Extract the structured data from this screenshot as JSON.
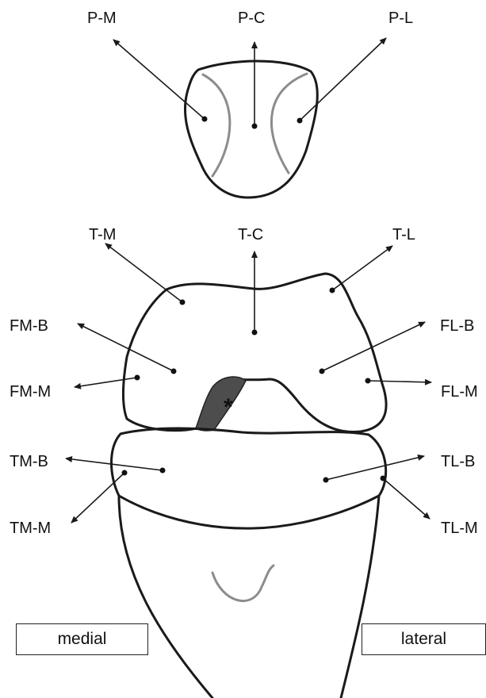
{
  "labels": {
    "p_m": "P-M",
    "p_c": "P-C",
    "p_l": "P-L",
    "t_m": "T-M",
    "t_c": "T-C",
    "t_l": "T-L",
    "fm_b": "FM-B",
    "fl_b": "FL-B",
    "fm_m": "FM-M",
    "fl_m": "FL-M",
    "tm_b": "TM-B",
    "tl_b": "TL-B",
    "tm_m": "TM-M",
    "tl_m": "TL-M",
    "asterisk": "*"
  },
  "boxes": {
    "medial": "medial",
    "lateral": "lateral"
  }
}
